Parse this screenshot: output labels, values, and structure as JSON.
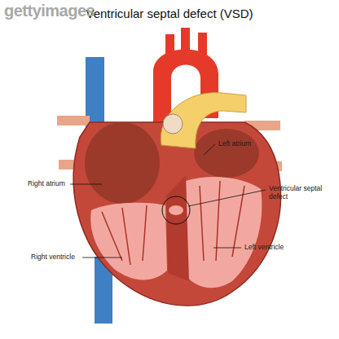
{
  "diagram": {
    "title": "Ventricular septal defect (VSD)",
    "labels": [
      "gettyimages",
      "Left atrium",
      "Right atrium",
      "Ventricular septal defect",
      "Right ventricle",
      "Left ventricle"
    ]
  }
}
